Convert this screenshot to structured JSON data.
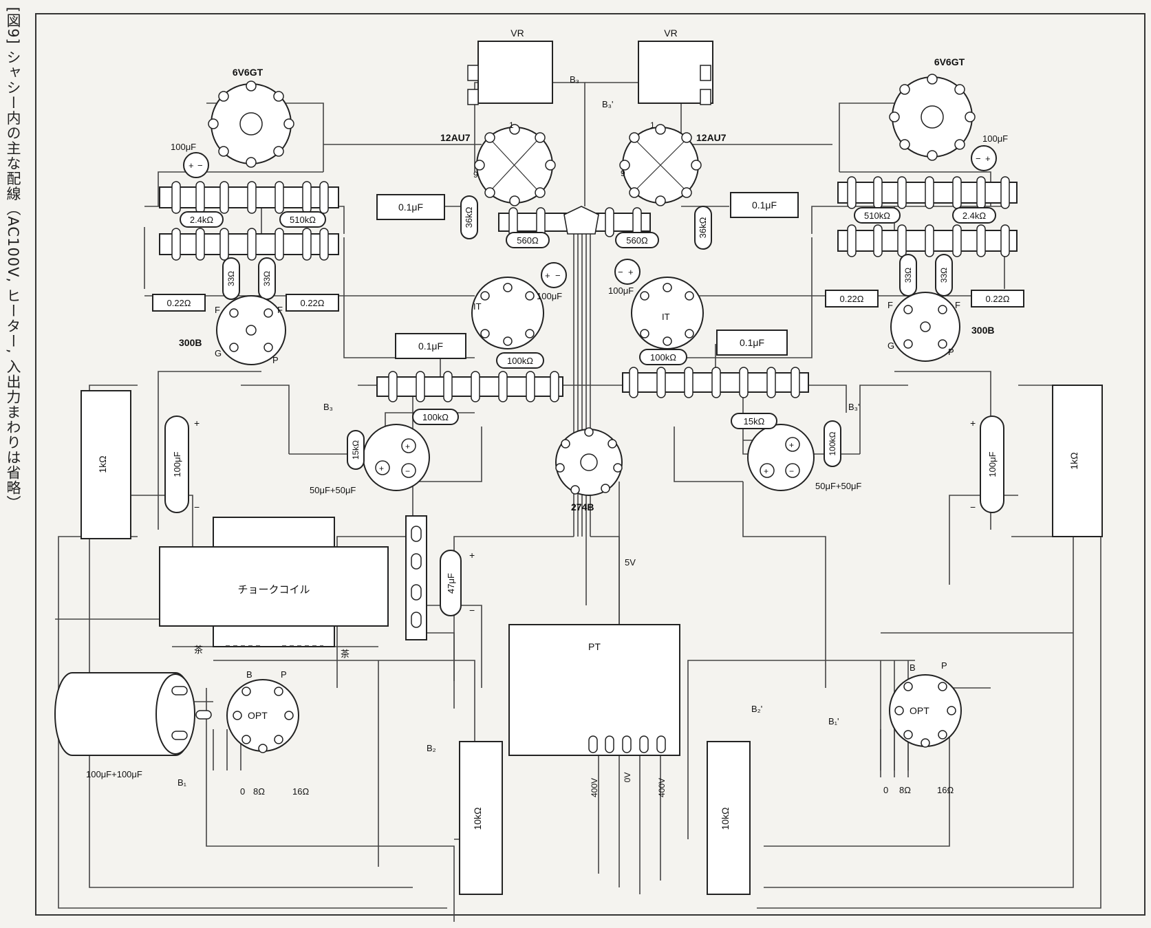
{
  "caption": "[図9] シャシー内の主な配線（AC100V, ヒーター, 入出力まわりは省略）",
  "tubes": {
    "v_driver_l": "6V6GT",
    "v_driver_r": "6V6GT",
    "v_pre_l": "12AU7",
    "v_pre_r": "12AU7",
    "v_out_l": "300B",
    "v_out_r": "300B",
    "rectifier": "274B"
  },
  "parts": {
    "vr": "VR",
    "it": "IT",
    "opt": "OPT",
    "pt": "PT",
    "choke": "チョークコイル",
    "brown": "茶"
  },
  "values": {
    "c100u": "100μF",
    "c01u": "0.1μF",
    "r24k": "2.4kΩ",
    "r510k": "510kΩ",
    "r33": "33Ω",
    "r022": "0.22Ω",
    "r36k": "36kΩ",
    "r560": "560Ω",
    "r100k": "100kΩ",
    "r15k": "15kΩ",
    "c50_50": "50μF+50μF",
    "r1k": "1kΩ",
    "c47u": "47μF",
    "c100_100": "100μF+100μF",
    "r10k": "10kΩ"
  },
  "pins": {
    "one": "1",
    "nine": "9",
    "f": "F",
    "g": "G",
    "p": "P",
    "b": "B",
    "plus": "+",
    "minus": "−",
    "out0": "0",
    "out8": "8Ω",
    "out16": "16Ω"
  },
  "nodes": {
    "b3": "B₃",
    "b3p": "B₃'",
    "b2": "B₂",
    "b2p": "B₂'",
    "b1": "B₁",
    "b1p": "B₁'",
    "v5": "5V",
    "v400": "400V",
    "v0": "0V"
  }
}
